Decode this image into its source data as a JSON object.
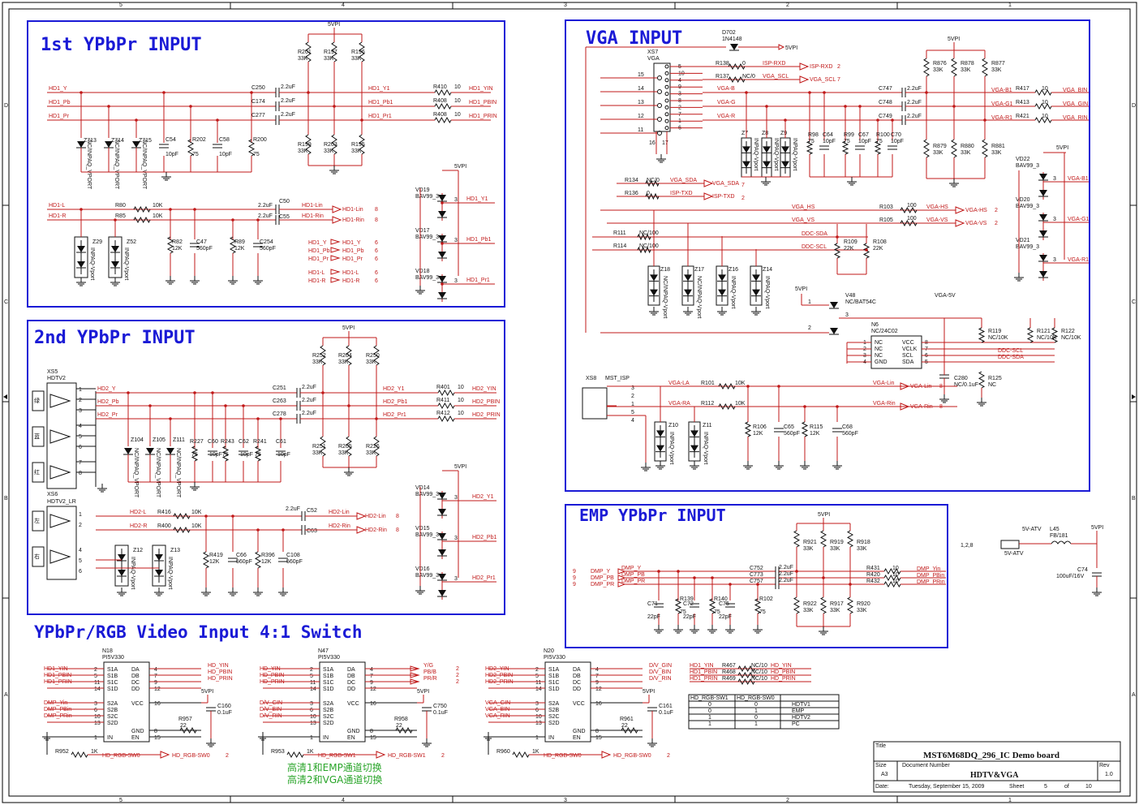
{
  "border": {
    "top_numbers": [
      "5",
      "4",
      "3",
      "2",
      "1"
    ],
    "side_letters": [
      "D",
      "C",
      "B",
      "A"
    ]
  },
  "blocks": {
    "ypbpr1": {
      "title": "1st YPbPr INPUT",
      "supply": "5VPI",
      "inputs": [
        "HD1_Y",
        "HD1_Pb",
        "HD1_Pr"
      ],
      "caps": [
        "C250",
        "C174",
        "C277"
      ],
      "cap_val": "2.2uF",
      "pullups": [
        "R201",
        "R197",
        "R196"
      ],
      "pulldowns": [
        "R199",
        "R203",
        "R195"
      ],
      "rval": "33K",
      "series": [
        "R410",
        "R408",
        "R408"
      ],
      "series_val": "10",
      "outputs": [
        "HD1_YIN",
        "HD1_PBIN",
        "HD1_PRIN"
      ],
      "mid_nets": [
        "HD1_Y1",
        "HD1_Pb1",
        "HD1_Pr1"
      ],
      "zeners": [
        "Z713",
        "Z714",
        "Z715"
      ],
      "zener_part": "NC/INPAQ_VPORT",
      "term_caps": [
        "C54",
        "C58",
        "C59"
      ],
      "term_res": [
        "R202",
        "R198",
        "R200"
      ],
      "cap_10p": "10pF",
      "r75": "75",
      "audio_in": [
        "HD1-L",
        "HD1-R"
      ],
      "audio_res": [
        "R80",
        "R85"
      ],
      "audio_rval": "10K",
      "audio_caps": [
        "C50",
        "C55"
      ],
      "audio_out": [
        "HD1-Lin",
        "HD1-Rin"
      ],
      "audio_page": "8",
      "audio_shunt": [
        "R82",
        "C47",
        "R89",
        "C254"
      ],
      "shunt_vals": [
        "12K",
        "560pF",
        "12K",
        "560pF"
      ],
      "esd": [
        "Z29",
        "Z52"
      ],
      "esd_part": "INPAQ-Vport",
      "offpage": [
        [
          "HD1_Y",
          "HD1_Y",
          "6"
        ],
        [
          "HD1_Pb",
          "HD1_Pb",
          "6"
        ],
        [
          "HD1_Pr",
          "HD1_Pr",
          "6"
        ],
        [
          "HD1-L",
          "HD1-L",
          "6"
        ],
        [
          "HD1-R",
          "HD1-R",
          "6"
        ]
      ],
      "diodes": [
        "VD19",
        "VD17",
        "VD18"
      ],
      "diode_part": "BAV99_3",
      "diode_nets": [
        "HD1_Y1",
        "HD1_Pb1",
        "HD1_Pr1"
      ]
    },
    "ypbpr2": {
      "title": "2nd YPbPr INPUT",
      "supply": "5VPI",
      "connector": [
        "XS5",
        "HDTV2"
      ],
      "conn_chars": [
        "绿",
        "蓝",
        "红"
      ],
      "conn_nums": [
        "1",
        "2",
        "3",
        "4",
        "5",
        "6",
        "7",
        "8"
      ],
      "inputs": [
        "HD2_Y",
        "HD2_Pb",
        "HD2_Pr"
      ],
      "caps": [
        "C251",
        "C263",
        "C278"
      ],
      "cap_val": "2.2uF",
      "pullups": [
        "R252",
        "R204",
        "R250"
      ],
      "pulldowns": [
        "R251",
        "R205",
        "R226"
      ],
      "rval": "33K",
      "series": [
        "R401",
        "R411",
        "R412"
      ],
      "series_val": "10",
      "mid_nets": [
        "HD2_Y1",
        "HD2_Pb1",
        "HD2_Pr1"
      ],
      "outputs": [
        "HD2_YIN",
        "HD2_PBIN",
        "HD2_PRIN"
      ],
      "zeners": [
        "Z104",
        "Z105",
        "Z111"
      ],
      "zener_part": "NC/INPAQ_VPORT",
      "term": [
        "R227",
        "C60",
        "R243",
        "C62",
        "R241",
        "C61"
      ],
      "term_vals": [
        "75",
        "10pF",
        "75",
        "10pF",
        "75",
        "10pF"
      ],
      "connector2": [
        "XS6",
        "HDTV2_LR"
      ],
      "conn2_chars": [
        "左",
        "右"
      ],
      "audio_in": [
        "HD2-L",
        "HD2-R"
      ],
      "audio_res": [
        "R416",
        "R400"
      ],
      "audio_rval": "10K",
      "audio_caps": [
        "C52",
        "C63"
      ],
      "audio_cap_val": "2.2uF",
      "audio_out": [
        "HD2-Lin",
        "HD2-Rin"
      ],
      "audio_page": "8",
      "audio_shunt": [
        "R419",
        "C66",
        "R396",
        "C108"
      ],
      "shunt_vals": [
        "12K",
        "560pF",
        "12K",
        "560pF"
      ],
      "esd": [
        "Z12",
        "Z13"
      ],
      "esd_part": "INPAQ-Vport",
      "diodes": [
        "VD14",
        "VD15",
        "VD16"
      ],
      "diode_part": "BAV99_3",
      "diode_nets": [
        "HD2_Y1",
        "HD2_Pb1",
        "HD2_Pr1"
      ]
    },
    "vga": {
      "title": "VGA INPUT",
      "diode": [
        "D702",
        "1N4148"
      ],
      "supply": "5VPI",
      "connector": [
        "XS7",
        "VGA"
      ],
      "pins_left": [
        "15",
        "14",
        "13",
        "12",
        "11"
      ],
      "pins_right": [
        "5",
        "10",
        "4",
        "9",
        "3",
        "8",
        "2",
        "7",
        "1",
        "6"
      ],
      "pins_bot": [
        "16",
        "17"
      ],
      "isp": [
        [
          "R138",
          "0",
          "ISP-RXD",
          "ISP-RXD",
          "2"
        ],
        [
          "R137",
          "NC/0",
          "VGA_SCL",
          "VGA_SCL",
          "7"
        ]
      ],
      "rgb_in": [
        "VGA-B",
        "VGA-G",
        "VGA-R"
      ],
      "caps": [
        "C747",
        "C748",
        "C749"
      ],
      "cap_val": "2.2uF",
      "pullups": [
        "R876",
        "R878",
        "R877"
      ],
      "pulldowns": [
        "R879",
        "R880",
        "R881"
      ],
      "rval": "33K",
      "mid_nets": [
        "VGA-B1",
        "VGA-G1",
        "VGA-R1"
      ],
      "series": [
        "R417",
        "R413",
        "R421"
      ],
      "series_val": "10",
      "outputs": [
        "VGA_BIN",
        "VGA_GIN",
        "VGA_RIN"
      ],
      "zeners": [
        "Z7",
        "Z8",
        "Z9"
      ],
      "zener_part": "INPAQ-Vport",
      "term": [
        "R98",
        "C64",
        "R99",
        "C67",
        "R100",
        "C70"
      ],
      "term_vals": [
        "75",
        "10pF",
        "75",
        "10pF",
        "75",
        "10pF"
      ],
      "sda": [
        [
          "R134",
          "NC/0",
          "VGA_SDA",
          "VGA_SDA",
          "7"
        ],
        [
          "R136",
          "0",
          "ISP-TXD",
          "ISP-TXD",
          "2"
        ]
      ],
      "sync": [
        [
          "VGA_HS",
          "R103",
          "100",
          "VGA-HS",
          "2"
        ],
        [
          "VGA_VS",
          "R105",
          "100",
          "VGA-VS",
          "2"
        ]
      ],
      "ddc": [
        [
          "R111",
          "NC/100",
          "DDC-SDA"
        ],
        [
          "R114",
          "NC/100",
          "DDC-SCL"
        ]
      ],
      "ddc_res": [
        "R109",
        "22K",
        "R108",
        "22K"
      ],
      "esd": [
        "Z18",
        "Z17",
        "Z16",
        "Z14"
      ],
      "esd_parts": [
        "NC/INPAQ-Vport",
        "NC/INPAQ-Vport",
        "INPAQ-Vport",
        "INPAQ-Vport"
      ],
      "bat": [
        "V48",
        "NC/BAT54C"
      ],
      "bat_supply": "5VPI",
      "eeprom": [
        "N6",
        "NC/24C02"
      ],
      "eeprom_pins_l": [
        "NC",
        "NC",
        "NC",
        "GND"
      ],
      "eeprom_pins_r": [
        "VCC",
        "VCLK",
        "SCL",
        "SDA"
      ],
      "eeprom_num_l": [
        "1",
        "2",
        "3",
        "4"
      ],
      "eeprom_num_r": [
        "8",
        "7",
        "6",
        "5"
      ],
      "vga5v": "VGA-5V",
      "eeprom_res": [
        "R119",
        "NC/10K",
        "R121",
        "NC/10K",
        "R122",
        "NC/10K"
      ],
      "ddc_out": [
        "DDC-SCL",
        "DDC-SDA"
      ],
      "c280": [
        "C280",
        "NC/0.1uF"
      ],
      "r125": [
        "R125",
        "NC"
      ],
      "vd": [
        "VD22",
        "VD20",
        "VD21"
      ],
      "vd_part": "BAV99_3",
      "vd_supply": "5VPI",
      "vd_nets": [
        "VGA-B1",
        "VGA-G1",
        "VGA-R1"
      ],
      "audio_conn": [
        "XS8",
        "MST_ISP"
      ],
      "audio_in": [
        "VGA-LA",
        "VGA-RA"
      ],
      "audio_res": [
        "R101",
        "R112"
      ],
      "audio_rval": "10K",
      "audio_out": [
        "VGA-Lin",
        "VGA-Rin"
      ],
      "audio_page": "8",
      "audio_esd": [
        "Z10",
        "Z11"
      ],
      "audio_shunt": [
        "R106",
        "C65",
        "R115",
        "C68"
      ],
      "shunt_vals": [
        "12K",
        "560pF",
        "12K",
        "560pF"
      ]
    },
    "emp": {
      "title": "EMP YPbPr INPUT",
      "supply": "5VPI",
      "inputs": [
        "DMP_Y",
        "DMP_PB",
        "DMP_PR"
      ],
      "in_page": "9",
      "caps": [
        "C752",
        "C773",
        "C757"
      ],
      "cap_val": "2.2uF",
      "pullups": [
        "R921",
        "R919",
        "R918"
      ],
      "pulldowns": [
        "R922",
        "R917",
        "R920"
      ],
      "rval": "33K",
      "series": [
        "R431",
        "R420",
        "R432"
      ],
      "series_val": "10",
      "outputs": [
        "DMP_Yin",
        "DMP_PBin",
        "DMP_PRin"
      ],
      "term": [
        "C71",
        "R139",
        "C72",
        "R140",
        "C75",
        "R102"
      ],
      "term_vals": [
        "22pF",
        "75",
        "22pF",
        "75",
        "22pF",
        "75"
      ]
    },
    "power": {
      "page_ref": "1,2,8",
      "in_net": "5V-ATV",
      "inductor": [
        "L45",
        "FB/181"
      ],
      "out_net": "5VPI",
      "cap": [
        "C74",
        "100uF/16V"
      ]
    },
    "switch": {
      "title": "YPbPr/RGB Video Input 4:1 Switch",
      "chips": [
        {
          "ref": "N18",
          "part": "PI5V330",
          "in_a": [
            "HD1_YIN",
            "HD1_PBIN",
            "HD1_PRIN"
          ],
          "in_b": [
            "DMP_Yin",
            "DMP_PBin",
            "DMP_PRin"
          ],
          "outs": [
            "HD_YIN",
            "HD_PBIN",
            "HD_PRIN"
          ],
          "res": [
            "R957",
            "22"
          ],
          "cap": [
            "C160",
            "0.1uF"
          ],
          "sel": [
            "R952",
            "1K"
          ],
          "sel_net": "HD_RGB-SW0",
          "sel_page": "2"
        },
        {
          "ref": "N47",
          "part": "PI5V330",
          "in_a": [
            "HD_YIN",
            "HD_PBIN",
            "HD_PRIN"
          ],
          "in_b": [
            "D/V_GIN",
            "D/V_BIN",
            "D/V_RIN"
          ],
          "outs": [
            "Y/G",
            "PB/B",
            "PR/R"
          ],
          "out_page": "2",
          "res": [
            "R958",
            "22"
          ],
          "cap": [
            "C750",
            "0.1uF"
          ],
          "sel": [
            "R953",
            "1K"
          ],
          "sel_net": "HD_RGB-SW1",
          "sel_page": "2"
        },
        {
          "ref": "N20",
          "part": "PI5V330",
          "in_a": [
            "HD2_YIN",
            "HD2_PBIN",
            "HD2_PRIN"
          ],
          "in_b": [
            "VGA_GIN",
            "VGA_BIN",
            "VGA_RIN"
          ],
          "outs": [
            "D/V_GIN",
            "D/V_BIN",
            "D/V_RIN"
          ],
          "res": [
            "R961",
            "22"
          ],
          "cap": [
            "C161",
            "0.1uF"
          ],
          "sel": [
            "R960",
            "1K"
          ],
          "sel_net": "HD_RGB-SW0",
          "sel_page": "2"
        }
      ],
      "pins_l": [
        "S1A",
        "S1B",
        "S1C",
        "S1D",
        "S2A",
        "S2B",
        "S2C",
        "S2D",
        "IN"
      ],
      "pins_r": [
        "DA",
        "DB",
        "DC",
        "DD",
        "VCC",
        "GND",
        "EN"
      ],
      "supply": "5VPI",
      "extra": [
        [
          "HD1_YIN",
          "R467",
          "NC/10",
          "HD_YIN"
        ],
        [
          "HD1_PBIN",
          "R468",
          "NC/10",
          "HD_PBIN"
        ],
        [
          "HD1_PRIN",
          "R469",
          "NC/10",
          "HD_PRIN"
        ]
      ],
      "truth_header": [
        "HD_RGB-SW1",
        "HD_RGB-SW0",
        ""
      ],
      "truth_rows": [
        [
          "0",
          "0",
          "HDTV1"
        ],
        [
          "0",
          "1",
          "EMP"
        ],
        [
          "1",
          "0",
          "HDTV2"
        ],
        [
          "1",
          "1",
          "PC"
        ]
      ],
      "notes": [
        "高清1和EMP通道切换",
        "高清2和VGA通道切换"
      ]
    }
  },
  "title_block": {
    "title_label": "Title",
    "title": "MST6M68DQ_296_IC Demo board",
    "size_label": "Size",
    "size": "A3",
    "docnum_label": "Document Number",
    "docnum": "HDTV&VGA",
    "rev_label": "Rev",
    "rev": "1.0",
    "date_label": "Date:",
    "date": "Tuesday, September 15, 2009",
    "sheet_label": "Sheet",
    "sheet": "5",
    "of_label": "of",
    "of": "10"
  }
}
